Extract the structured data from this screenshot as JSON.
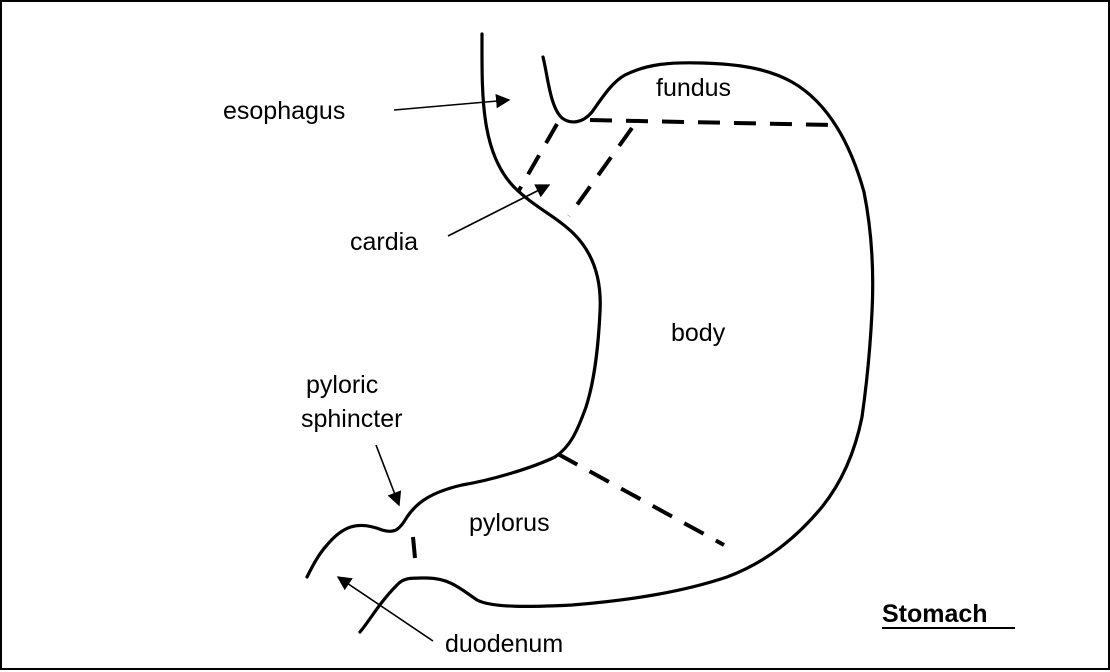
{
  "title": "Stomach",
  "labels": {
    "esophagus": "esophagus",
    "fundus": "fundus",
    "cardia": "cardia",
    "body": "body",
    "pyloric_line1": "pyloric",
    "pyloric_line2": "sphincter",
    "pylorus": "pylorus",
    "duodenum": "duodenum"
  },
  "colors": {
    "line": "#000000",
    "background": "#ffffff"
  }
}
